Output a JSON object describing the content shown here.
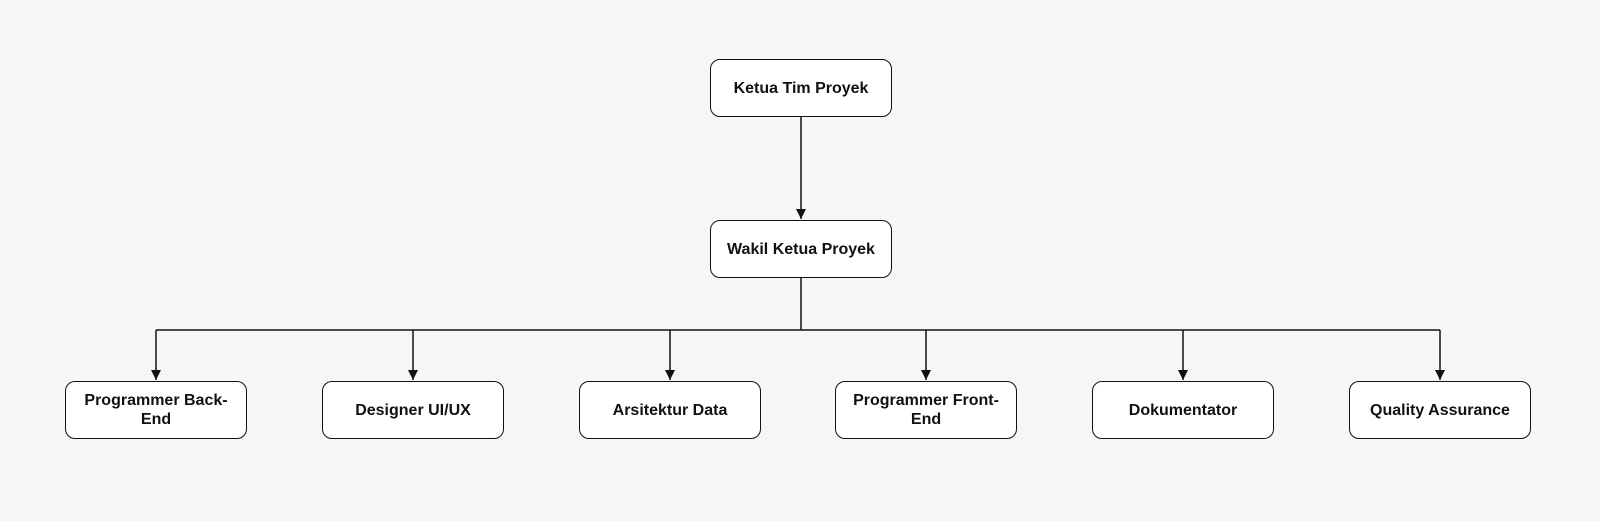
{
  "diagram": {
    "type": "org-chart",
    "colors": {
      "background": "#f5f6f8",
      "node_fill": "#ffffff",
      "node_border": "#111111",
      "connector": "#111111",
      "text": "#111111"
    },
    "root": {
      "label": "Ketua Tim Proyek"
    },
    "deputy": {
      "label": "Wakil Ketua Proyek"
    },
    "members": [
      {
        "label": "Programmer Back-End"
      },
      {
        "label": "Designer UI/UX"
      },
      {
        "label": "Arsitektur Data"
      },
      {
        "label": "Programmer Front-End"
      },
      {
        "label": "Dokumentator"
      },
      {
        "label": "Quality Assurance"
      }
    ],
    "edges": [
      {
        "from": "Ketua Tim Proyek",
        "to": "Wakil Ketua Proyek"
      },
      {
        "from": "Wakil Ketua Proyek",
        "to": "Programmer Back-End"
      },
      {
        "from": "Wakil Ketua Proyek",
        "to": "Designer UI/UX"
      },
      {
        "from": "Wakil Ketua Proyek",
        "to": "Arsitektur Data"
      },
      {
        "from": "Wakil Ketua Proyek",
        "to": "Programmer Front-End"
      },
      {
        "from": "Wakil Ketua Proyek",
        "to": "Dokumentator"
      },
      {
        "from": "Wakil Ketua Proyek",
        "to": "Quality Assurance"
      }
    ]
  }
}
